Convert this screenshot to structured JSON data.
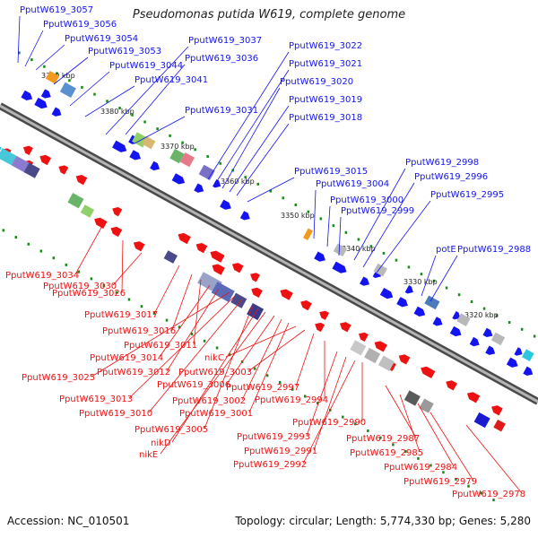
{
  "title": "Pseudomonas putida W619, complete genome",
  "footer": {
    "accession": "Accession: NC_010501",
    "summary": "Topology: circular; Length: 5,774,330 bp; Genes: 5,280"
  },
  "colors": {
    "forward_gene": "#1414f0",
    "reverse_gene": "#ee1111",
    "backbone": "#7a7a7a",
    "tick": "#1a8a1a"
  },
  "ticks": [
    "3390 kbp",
    "3380 kbp",
    "3370 kbp",
    "3360 kbp",
    "3350 kbp",
    "3340 kbp",
    "3330 kbp",
    "3320 kbp"
  ],
  "forward_labels": [
    "PputW619_3057",
    "PputW619_3056",
    "PputW619_3054",
    "PputW619_3053",
    "PputW619_3044",
    "PputW619_3041",
    "PputW619_3037",
    "PputW619_3036",
    "PputW619_3031",
    "PputW619_3022",
    "PputW619_3021",
    "PputW619_3020",
    "PputW619_3019",
    "PputW619_3018",
    "PputW619_3015",
    "PputW619_3004",
    "PputW619_3000",
    "PputW619_2999",
    "PputW619_2998",
    "PputW619_2996",
    "PputW619_2995",
    "potE",
    "PputW619_2988"
  ],
  "reverse_labels": [
    "PputW619_3034",
    "PputW619_3026",
    "PputW619_3030",
    "PputW619_3017",
    "PputW619_3016",
    "PputW619_3011",
    "PputW619_3014",
    "PputW619_3012",
    "PputW619_3025",
    "PputW619_3013",
    "PputW619_3010",
    "PputW619_3005",
    "nikD",
    "nikE",
    "PputW619_3006",
    "PputW619_3002",
    "PputW619_3001",
    "nikC",
    "PputW619_3003",
    "PputW619_2997",
    "PputW619_2994",
    "PputW619_2993",
    "PputW619_2991",
    "PputW619_2992",
    "PputW619_2990",
    "PputW619_2987",
    "PputW619_2985",
    "PputW619_2984",
    "PputW619_2979",
    "PputW619_2978"
  ]
}
